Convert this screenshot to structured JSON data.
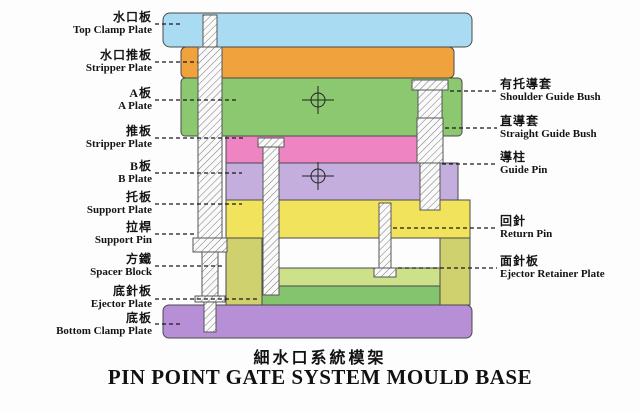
{
  "title": {
    "zh": "細水口系統模架",
    "en": "PIN POINT GATE SYSTEM MOULD BASE"
  },
  "labels_left": [
    {
      "zh": "水口板",
      "en": "Top Clamp Plate"
    },
    {
      "zh": "水口推板",
      "en": "Stripper Plate"
    },
    {
      "zh": "A板",
      "en": "A Plate"
    },
    {
      "zh": "推板",
      "en": "Stripper Plate"
    },
    {
      "zh": "B板",
      "en": "B Plate"
    },
    {
      "zh": "托板",
      "en": "Support Plate"
    },
    {
      "zh": "拉桿",
      "en": "Support Pin"
    },
    {
      "zh": "方鐵",
      "en": "Spacer Block"
    },
    {
      "zh": "底針板",
      "en": "Ejector Plate"
    },
    {
      "zh": "底板",
      "en": "Bottom Clamp Plate"
    }
  ],
  "labels_right": [
    {
      "zh": "有托導套",
      "en": "Shoulder Guide Bush"
    },
    {
      "zh": "直導套",
      "en": "Straight Guide Bush"
    },
    {
      "zh": "導柱",
      "en": "Guide Pin"
    },
    {
      "zh": "回針",
      "en": "Return Pin"
    },
    {
      "zh": "面針板",
      "en": "Ejector Retainer Plate"
    }
  ],
  "colors": {
    "top_clamp_plate": "#a9dcf3",
    "stripper_plate_top": "#f0a23c",
    "a_plate": "#8cc870",
    "stripper_plate_mid": "#ef84c2",
    "b_plate": "#c3aede",
    "support_plate": "#f2e35c",
    "spacer_block": "#cfd06e",
    "ejector_retainer_plate": "#cde08a",
    "ejector_plate": "#85c46f",
    "bottom_clamp_plate": "#b78fd6",
    "leader_line": "#1a1a1a",
    "outline": "#4a4a4a"
  }
}
